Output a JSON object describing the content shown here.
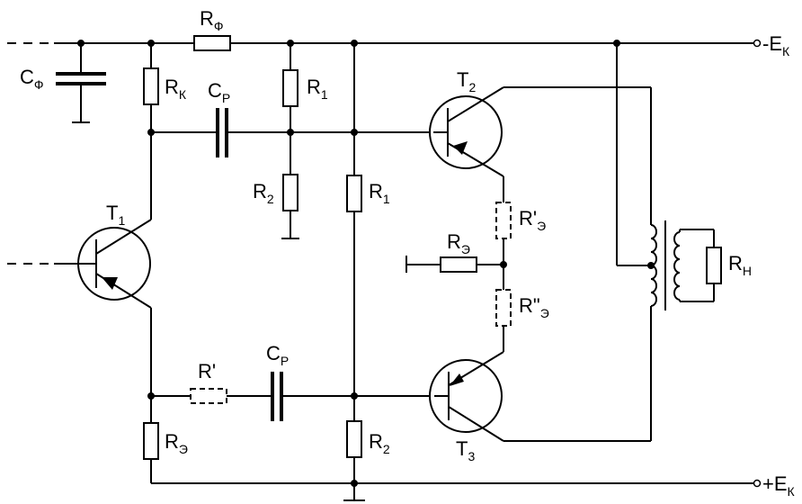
{
  "labels": {
    "rf": {
      "main": "R",
      "sub": "Ф"
    },
    "cf": {
      "main": "C",
      "sub": "Ф"
    },
    "rk": {
      "main": "R",
      "sub": "К"
    },
    "cp1": {
      "main": "C",
      "sub": "Р"
    },
    "r1a": {
      "main": "R",
      "sub": "1"
    },
    "r2a": {
      "main": "R",
      "sub": "2"
    },
    "r1b": {
      "main": "R",
      "sub": "1"
    },
    "t1": {
      "main": "T",
      "sub": "1"
    },
    "t2": {
      "main": "T",
      "sub": "2"
    },
    "t3": {
      "main": "T",
      "sub": "3"
    },
    "re1": {
      "main": "R'",
      "sub": "Э"
    },
    "re": {
      "main": "R",
      "sub": "Э"
    },
    "re2": {
      "main": "R\"",
      "sub": "Э"
    },
    "rn": {
      "main": "R",
      "sub": "Н"
    },
    "rprime": {
      "main": "R'",
      "sub": ""
    },
    "cp2": {
      "main": "C",
      "sub": "Р"
    },
    "re3": {
      "main": "R",
      "sub": "Э"
    },
    "r2b": {
      "main": "R",
      "sub": "2"
    },
    "ek_minus": {
      "main": "-E",
      "sub": "К"
    },
    "ek_plus": {
      "main": "+E",
      "sub": "К"
    }
  }
}
